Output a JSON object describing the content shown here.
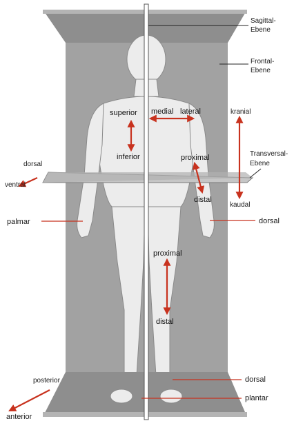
{
  "diagram": {
    "planes": {
      "sagittal": "Sagittal-",
      "sagittal_2": "Ebene",
      "frontal": "Frontal-",
      "frontal_2": "Ebene",
      "transversal": "Transversal-",
      "transversal_2": "Ebene"
    },
    "directions": {
      "superior": "superior",
      "inferior": "inferior",
      "medial": "medial",
      "lateral": "lateral",
      "proximal_arm": "proximal",
      "distal_arm": "distal",
      "proximal_leg": "proximal",
      "distal_leg": "distal",
      "kranial": "kranial",
      "kaudal": "kaudal",
      "dorsal_top": "dorsal",
      "ventral": "ventral",
      "palmar": "palmar",
      "dorsal_hand": "dorsal",
      "dorsal_foot": "dorsal",
      "plantar": "plantar",
      "posterior": "posterior",
      "anterior": "anterior"
    },
    "colors": {
      "arrow": "#c8321e",
      "plane": "#9a9a9a",
      "plane_dark": "#6e6e6e",
      "body": "#ececec",
      "body_stroke": "#8a8a8a"
    }
  }
}
